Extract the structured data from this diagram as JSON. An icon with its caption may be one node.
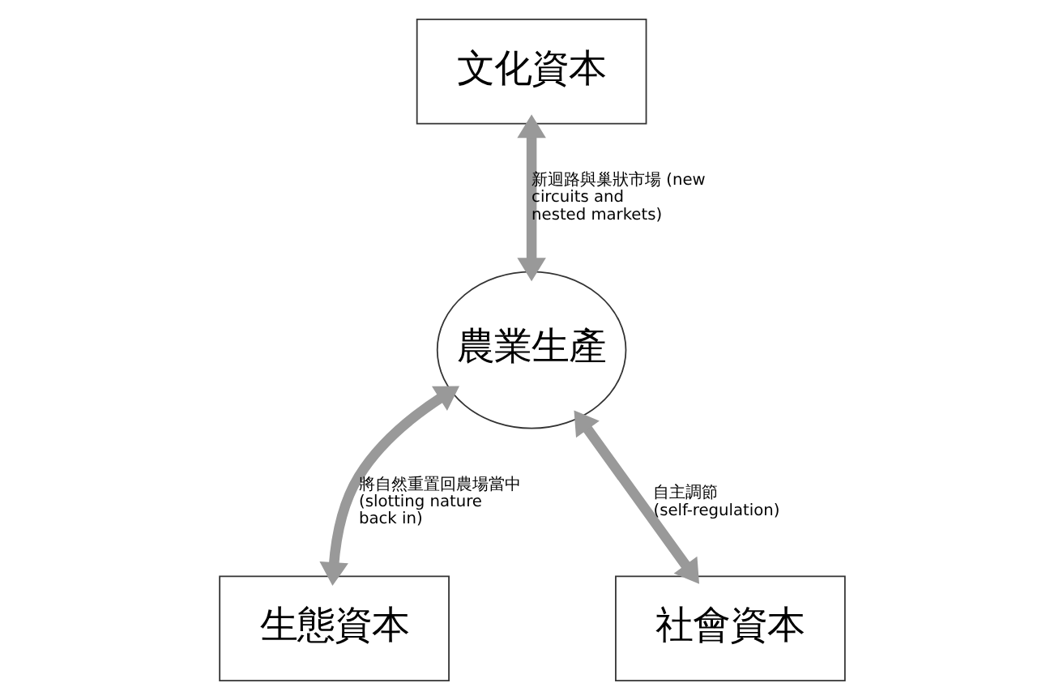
{
  "diagram": {
    "nodes": [
      {
        "text": [
          "文化資本"
        ]
      },
      {
        "text": [
          "農業生產"
        ]
      },
      {
        "text": [
          "生態資本"
        ]
      },
      {
        "text": [
          "社會資本"
        ]
      }
    ],
    "edges": [
      {
        "from": 1,
        "to": 0,
        "arrow": "both",
        "label": "新迴路與巢狀市場 (new circuits and nested markets)"
      },
      {
        "from": 1,
        "to": 2,
        "arrow": "both",
        "label": "將自然重置回農場當中 (slotting nature back in)"
      },
      {
        "from": 1,
        "to": 3,
        "arrow": "both",
        "label": "自主調節 (self-regulation)"
      }
    ]
  }
}
